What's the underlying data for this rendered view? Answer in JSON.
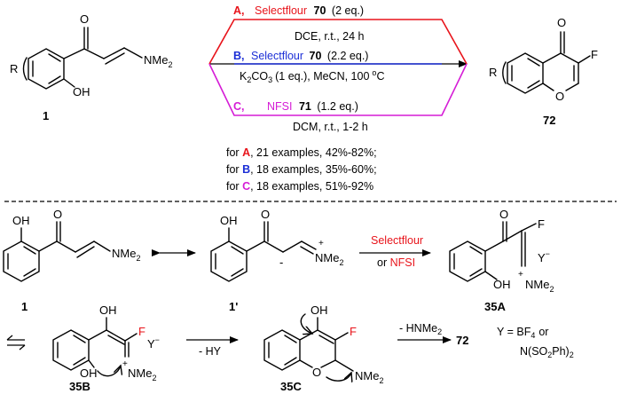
{
  "colors": {
    "A": "#e8141b",
    "B": "#1c2fd6",
    "C": "#d51cd6",
    "text": "#000000"
  },
  "top": {
    "compound_1": {
      "label": "1",
      "atom_O": "O",
      "atom_R": "R",
      "atom_OH": "OH",
      "atom_N": "NMe",
      "sub_N": "2"
    },
    "compound_72": {
      "label": "72",
      "atom_O_carbonyl": "O",
      "atom_O_ring": "O",
      "atom_F": "F",
      "atom_R": "R"
    },
    "condition_A": {
      "letter": "A,",
      "reagent": "Selectflour",
      "number": "70",
      "amount": "(2 eq.)",
      "conditions": "DCE, r.t., 24 h"
    },
    "condition_B": {
      "letter": "B,",
      "reagent": "Selectflour",
      "number": "70",
      "amount": "(2.2 eq.)",
      "base": "K",
      "base_sub1": "2",
      "base_mid": "CO",
      "base_sub2": "3",
      "base_rest": "(1 eq.), MeCN, 100",
      "deg": "o",
      "unit": "C"
    },
    "condition_C": {
      "letter": "C,",
      "reagent": "NFSI",
      "number": "71",
      "amount": "(1.2 eq.)",
      "conditions": "DCM, r.t., 1-2 h"
    },
    "summary": [
      {
        "prefix": "for",
        "letter": "A",
        "text": ", 21 examples, 42%-82%;"
      },
      {
        "prefix": "for",
        "letter": "B",
        "text": ", 18 examples, 35%-60%;"
      },
      {
        "prefix": "for",
        "letter": "C",
        "text": ", 18 examples, 51%-92%"
      }
    ]
  },
  "mechanism": {
    "compound_1": {
      "label": "1",
      "atom_OH": "OH",
      "atom_O": "O",
      "atom_N": "NMe",
      "sub_N": "2"
    },
    "compound_1p": {
      "label": "1'",
      "atom_OH": "OH",
      "atom_O": "O",
      "charge_minus": "-",
      "charge_plus": "+",
      "atom_N": "N",
      "atom_N_rest": "Me",
      "sub_N": "2"
    },
    "arrow_reagents": {
      "top": "Selectflour",
      "bottom_prefix": "or",
      "bottom": "NFSI"
    },
    "compound_35A": {
      "label": "35A",
      "atom_O": "O",
      "atom_F": "F",
      "atom_OH": "OH",
      "anion": "Y",
      "anion_charge": "−",
      "charge_plus": "+",
      "atom_N": "N",
      "atom_N_rest": "Me",
      "sub_N": "2"
    },
    "compound_35B": {
      "label": "35B",
      "atom_OH": "OH",
      "atom_F": "F",
      "atom_O": "O",
      "atom_H": "H",
      "anion": "Y",
      "anion_charge": "−",
      "charge_plus": "+",
      "atom_N": "N",
      "atom_N_rest": "Me",
      "sub_N": "2"
    },
    "arrow_35B_35C": {
      "label": "- HY"
    },
    "compound_35C": {
      "label": "35C",
      "atom_OH": "OH",
      "atom_F": "F",
      "atom_O": "O",
      "atom_N": "NMe",
      "sub_N": "2"
    },
    "arrow_35C_72": {
      "label": "- HNMe",
      "sub": "2"
    },
    "product_label": "72",
    "y_definition": {
      "line1": "Y = BF",
      "line1_sub": "4",
      "line1_end": "or",
      "line2": "N(SO",
      "line2_sub1": "2",
      "line2_mid": "Ph)",
      "line2_sub2": "2"
    }
  }
}
